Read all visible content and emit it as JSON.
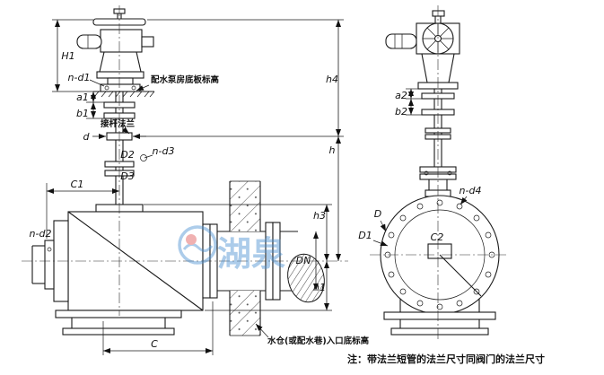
{
  "watermark": {
    "text": "湖泉",
    "color": "#4a90d2",
    "accent_color": "#e05555"
  },
  "notes": {
    "pump_floor": "配水泵房底板标高",
    "rod_flange": "接杆法兰",
    "sump_inlet": "水仓(或配水巷)入口底标高",
    "flange_note": "注：带法兰短管的法兰尺寸同阀门的法兰尺寸"
  },
  "dims": {
    "H1": "H1",
    "n_d1": "n-d1",
    "a1": "a1",
    "b1": "b1",
    "d": "d",
    "D2": "D2",
    "n_d3": "n-d3",
    "D3": "D3",
    "C1": "C1",
    "n_d2": "n-d2",
    "DN": "DN",
    "h3": "h3",
    "h1": "h1",
    "h": "h",
    "h4": "h4",
    "C": "C",
    "a2": "a2",
    "b2": "b2",
    "n_d4": "n-d4",
    "D": "D",
    "D1": "D1",
    "C2": "C2"
  }
}
